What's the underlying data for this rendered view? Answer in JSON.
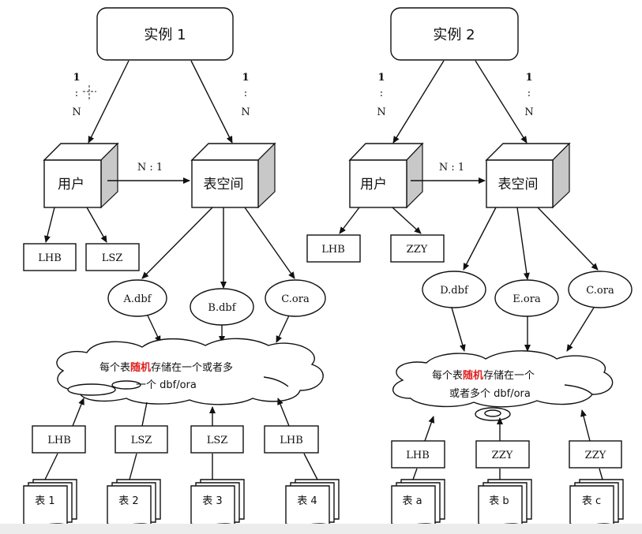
{
  "instance1": {
    "title": "实例 1",
    "rel_left": {
      "one": "1",
      "colon": ":",
      "n": "N"
    },
    "rel_right": {
      "one": "1",
      "colon": ":",
      "n": "N"
    },
    "user_label": "用户",
    "tablespace_label": "表空间",
    "user_ts_rel": "N : 1",
    "users": [
      "LHB",
      "LSZ"
    ],
    "datafiles": [
      "A.dbf",
      "B.dbf",
      "C.ora"
    ],
    "cloud": {
      "line1_pre": "每个表",
      "line1_red": "随机",
      "line1_post": "存储在一个或者多",
      "line2": "一个 dbf/ora"
    },
    "owners": [
      "LHB",
      "LSZ",
      "LSZ",
      "LHB"
    ],
    "tables": [
      "表 1",
      "表 2",
      "表 3",
      "表 4"
    ]
  },
  "instance2": {
    "title": "实例 2",
    "rel_left": {
      "one": "1",
      "colon": ":",
      "n": "N"
    },
    "rel_right": {
      "one": "1",
      "colon": ":",
      "n": "N"
    },
    "user_label": "用户",
    "tablespace_label": "表空间",
    "user_ts_rel": "N : 1",
    "users": [
      "LHB",
      "ZZY"
    ],
    "datafiles": [
      "D.dbf",
      "E.ora",
      "C.ora"
    ],
    "cloud": {
      "line1_pre": "每个表",
      "line1_red": "随机",
      "line1_post": "存储在一个",
      "line2": "或者多个 dbf/ora"
    },
    "owners": [
      "LHB",
      "ZZY",
      "ZZY"
    ],
    "tables": [
      "表 a",
      "表 b",
      "表 c"
    ]
  },
  "colors": {
    "highlight": "#e02020",
    "cube_side": "#c8c8c8"
  }
}
